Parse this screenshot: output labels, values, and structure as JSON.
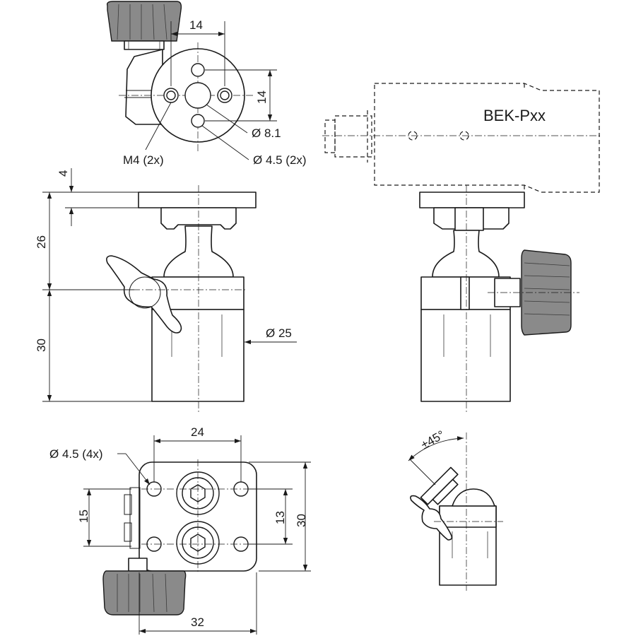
{
  "views": {
    "top": {
      "dim_horizontal": "14",
      "dim_vertical": "14",
      "callout_center_hole": "Ø 8.1",
      "callout_small_holes": "Ø 4.5 (2x)",
      "callout_thread": "M4 (2x)"
    },
    "front": {
      "dim_plate": "4",
      "dim_head": "26",
      "dim_body": "30",
      "dim_diameter": "Ø 25"
    },
    "side": {
      "camera_label": "BEK-Pxx"
    },
    "bottom": {
      "dim_width_hole_spacing": "24",
      "dim_width_total": "32",
      "dim_height_left": "15",
      "dim_height_inner": "13",
      "dim_height_total": "30",
      "callout_holes": "Ø 4.5 (4x)"
    },
    "tilt": {
      "angle_label": "±45°"
    }
  }
}
